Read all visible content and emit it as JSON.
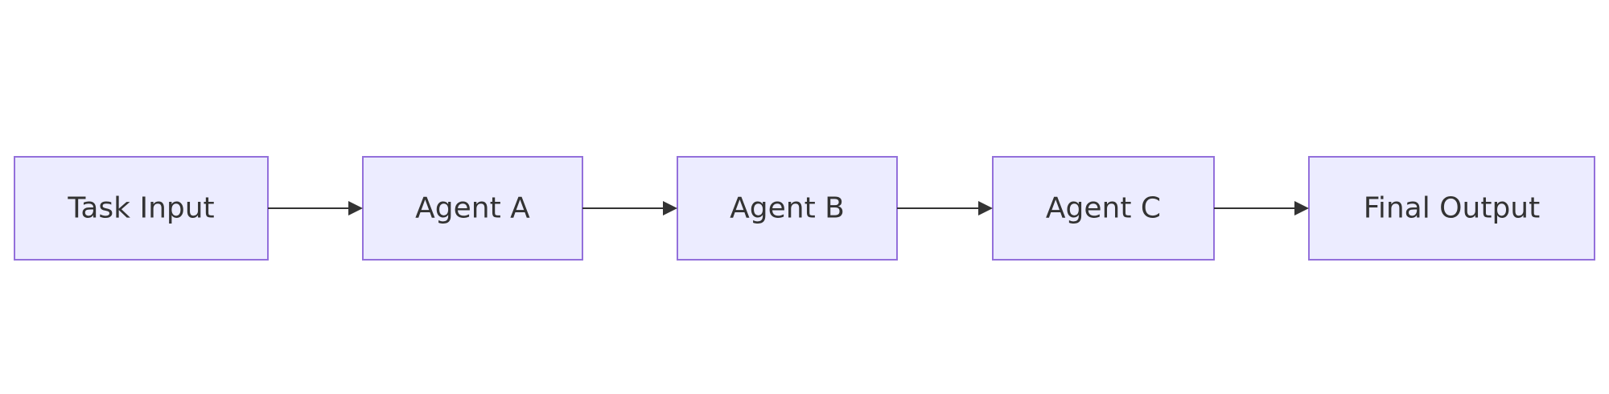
{
  "diagram": {
    "type": "flowchart",
    "direction": "left-to-right",
    "colors": {
      "node_fill": "#ececff",
      "node_border": "#9370db",
      "text": "#333333",
      "edge": "#333333"
    },
    "nodes": [
      {
        "id": "task-input",
        "label": "Task Input"
      },
      {
        "id": "agent-a",
        "label": "Agent A"
      },
      {
        "id": "agent-b",
        "label": "Agent B"
      },
      {
        "id": "agent-c",
        "label": "Agent C"
      },
      {
        "id": "final-output",
        "label": "Final Output"
      }
    ],
    "edges": [
      {
        "from": "task-input",
        "to": "agent-a"
      },
      {
        "from": "agent-a",
        "to": "agent-b"
      },
      {
        "from": "agent-b",
        "to": "agent-c"
      },
      {
        "from": "agent-c",
        "to": "final-output"
      }
    ]
  }
}
